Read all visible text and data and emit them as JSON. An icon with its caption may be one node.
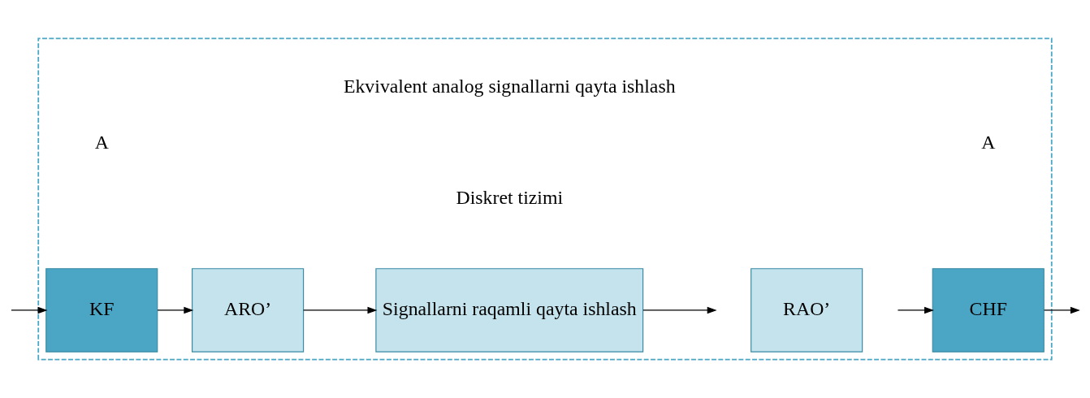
{
  "diagram": {
    "nodes": [
      {
        "text": [],
        "shape": "box"
      },
      {
        "text": [
          "KF"
        ],
        "in": 0
      },
      {
        "text": [
          "ARO’"
        ],
        "in": 0
      },
      {
        "text": [
          "Signallarni raqamli qayta ishlash"
        ],
        "in": 0
      },
      {
        "text": [
          "RAO’"
        ],
        "in": 0
      },
      {
        "text": [
          "CHF"
        ],
        "in": 0
      }
    ],
    "edges": [
      {
        "from": null,
        "to": 1,
        "arrow": "to"
      },
      {
        "from": 1,
        "to": 2,
        "arrow": "to"
      },
      {
        "from": 2,
        "to": 3,
        "arrow": "to"
      },
      {
        "from": 3,
        "to": null,
        "arrow": "to"
      },
      {
        "from": null,
        "to": 5,
        "arrow": "to"
      },
      {
        "from": 5,
        "to": null,
        "arrow": "to"
      }
    ],
    "labels": [
      "Ekvivalent analog signallarni qayta ishlash",
      "A",
      "A",
      "Diskret tizimi"
    ]
  }
}
